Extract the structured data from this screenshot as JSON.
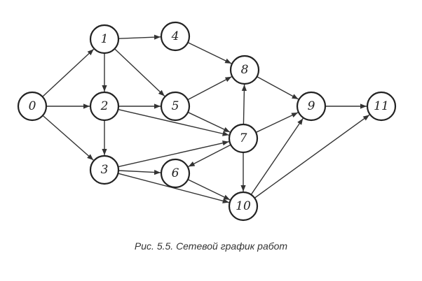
{
  "diagram": {
    "nodes": [
      {
        "id": "0",
        "label": "0"
      },
      {
        "id": "1",
        "label": "1"
      },
      {
        "id": "2",
        "label": "2"
      },
      {
        "id": "3",
        "label": "3"
      },
      {
        "id": "4",
        "label": "4"
      },
      {
        "id": "5",
        "label": "5"
      },
      {
        "id": "6",
        "label": "6"
      },
      {
        "id": "7",
        "label": "7"
      },
      {
        "id": "8",
        "label": "8"
      },
      {
        "id": "9",
        "label": "9"
      },
      {
        "id": "10",
        "label": "10"
      },
      {
        "id": "11",
        "label": "11"
      }
    ],
    "edges": [
      [
        "0",
        "1"
      ],
      [
        "0",
        "2"
      ],
      [
        "0",
        "3"
      ],
      [
        "1",
        "4"
      ],
      [
        "1",
        "2"
      ],
      [
        "1",
        "5"
      ],
      [
        "4",
        "8"
      ],
      [
        "2",
        "5"
      ],
      [
        "2",
        "7"
      ],
      [
        "2",
        "3"
      ],
      [
        "5",
        "8"
      ],
      [
        "5",
        "7"
      ],
      [
        "3",
        "7"
      ],
      [
        "3",
        "6"
      ],
      [
        "3",
        "10"
      ],
      [
        "7",
        "8"
      ],
      [
        "7",
        "9"
      ],
      [
        "7",
        "6"
      ],
      [
        "7",
        "10"
      ],
      [
        "8",
        "9"
      ],
      [
        "6",
        "10"
      ],
      [
        "10",
        "9"
      ],
      [
        "10",
        "11"
      ],
      [
        "9",
        "11"
      ]
    ],
    "caption": "Рис. 5.5. Сетевой график работ"
  }
}
